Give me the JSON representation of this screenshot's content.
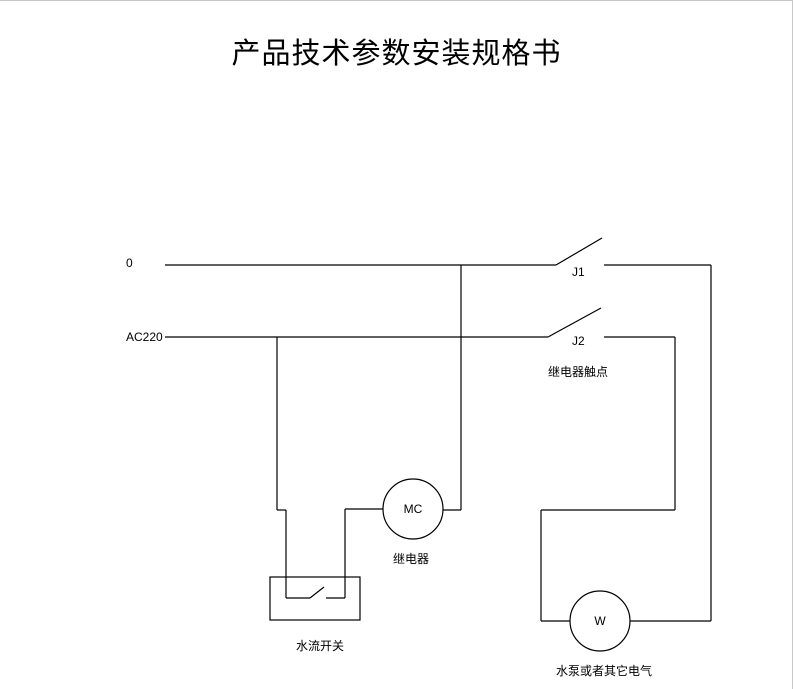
{
  "title": "产品技术参数安装规格书",
  "diagram": {
    "line_neutral_label": "0",
    "line_live_label": "AC220",
    "switch_j1_label": "J1",
    "switch_j2_label": "J2",
    "relay_contacts_label": "继电器触点",
    "relay_symbol": "MC",
    "relay_label": "继电器",
    "flow_switch_label": "水流开关",
    "load_symbol": "W",
    "load_label": "水泵或者其它电气"
  }
}
